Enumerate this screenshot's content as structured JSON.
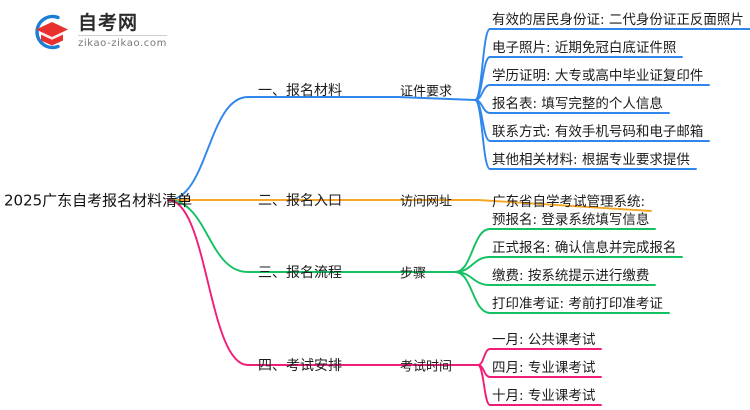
{
  "logo": {
    "title": "自考网",
    "subtitle": "zikao-zikao.com",
    "mark_name": "graduation-cap-logo",
    "ring_color": "#1b7fd4",
    "cap_color": "#e8312f"
  },
  "colors": {
    "branch_materials": "#2f86eb",
    "branch_entry": "#f5a623",
    "branch_process": "#13c163",
    "branch_exam": "#f01e78",
    "text": "#1c1c1c"
  },
  "mindmap": {
    "type": "mindmap",
    "root": "2025广东自考报名材料清单",
    "branches": [
      {
        "id": "materials",
        "label": "一、报名材料",
        "color": "#2f86eb",
        "sub": {
          "label": "证件要求",
          "leaves": [
            "有效的居民身份证: 二代身份证正反面照片",
            "电子照片: 近期免冠白底证件照",
            "学历证明: 大专或高中毕业证复印件",
            "报名表: 填写完整的个人信息",
            "联系方式: 有效手机号码和电子邮箱",
            "其他相关材料: 根据专业要求提供"
          ]
        }
      },
      {
        "id": "entry",
        "label": "二、报名入口",
        "color": "#f5a623",
        "sub": {
          "label": "访问网址",
          "leaves": [
            "广东省自学考试管理系统:"
          ]
        }
      },
      {
        "id": "process",
        "label": "三、报名流程",
        "color": "#13c163",
        "sub": {
          "label": "步骤",
          "leaves": [
            "预报名: 登录系统填写信息",
            "正式报名: 确认信息并完成报名",
            "缴费: 按系统提示进行缴费",
            "打印准考证: 考前打印准考证"
          ]
        }
      },
      {
        "id": "exam",
        "label": "四、考试安排",
        "color": "#f01e78",
        "sub": {
          "label": "考试时间",
          "leaves": [
            "一月: 公共课考试",
            "四月: 专业课考试",
            "十月: 专业课考试"
          ]
        }
      }
    ]
  }
}
